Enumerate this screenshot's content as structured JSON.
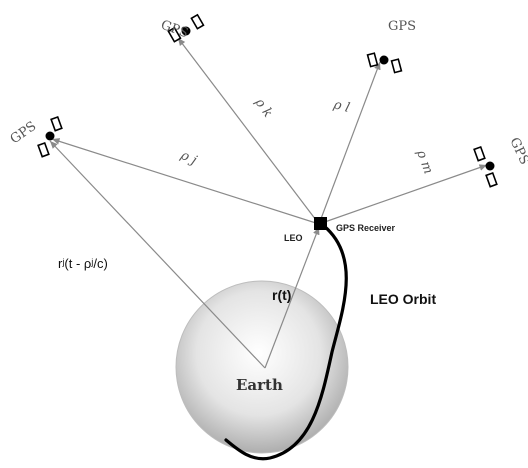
{
  "labels": {
    "gps_top": "GPS",
    "gps_upper_right": "GPS",
    "gps_left": "GPS",
    "gps_right": "GPS",
    "rho_k": "ρ k",
    "rho_l": "ρ l",
    "rho_j": "ρ j",
    "rho_m": "ρ m",
    "leo": "LEO",
    "gps_receiver": "GPS Receiver",
    "rt": "r(t)",
    "rj_expr": "rʲ(t - ρʲ/c)",
    "leo_orbit": "LEO Orbit",
    "earth": "Earth"
  },
  "colors": {
    "line": "#8a8a8a",
    "orbit": "#000000",
    "earth_light": "#ffffff",
    "earth_dark": "#a9a9a9"
  }
}
